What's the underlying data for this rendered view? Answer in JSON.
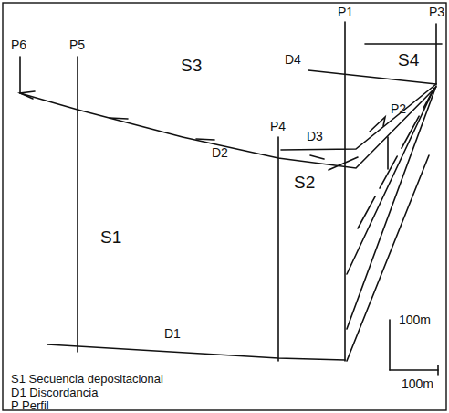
{
  "diagram": {
    "labels": [
      "P6",
      "P5",
      "P1",
      "P3",
      "D4",
      "S4",
      "S3",
      "P4",
      "D3",
      "P2",
      "D2",
      "S2",
      "S1",
      "D1",
      "100m",
      "100m"
    ],
    "legend": [
      {
        "text": "S1 Secuencia depositacional"
      },
      {
        "text": "D1 Discordancia"
      },
      {
        "text": "P Perfil"
      }
    ]
  }
}
